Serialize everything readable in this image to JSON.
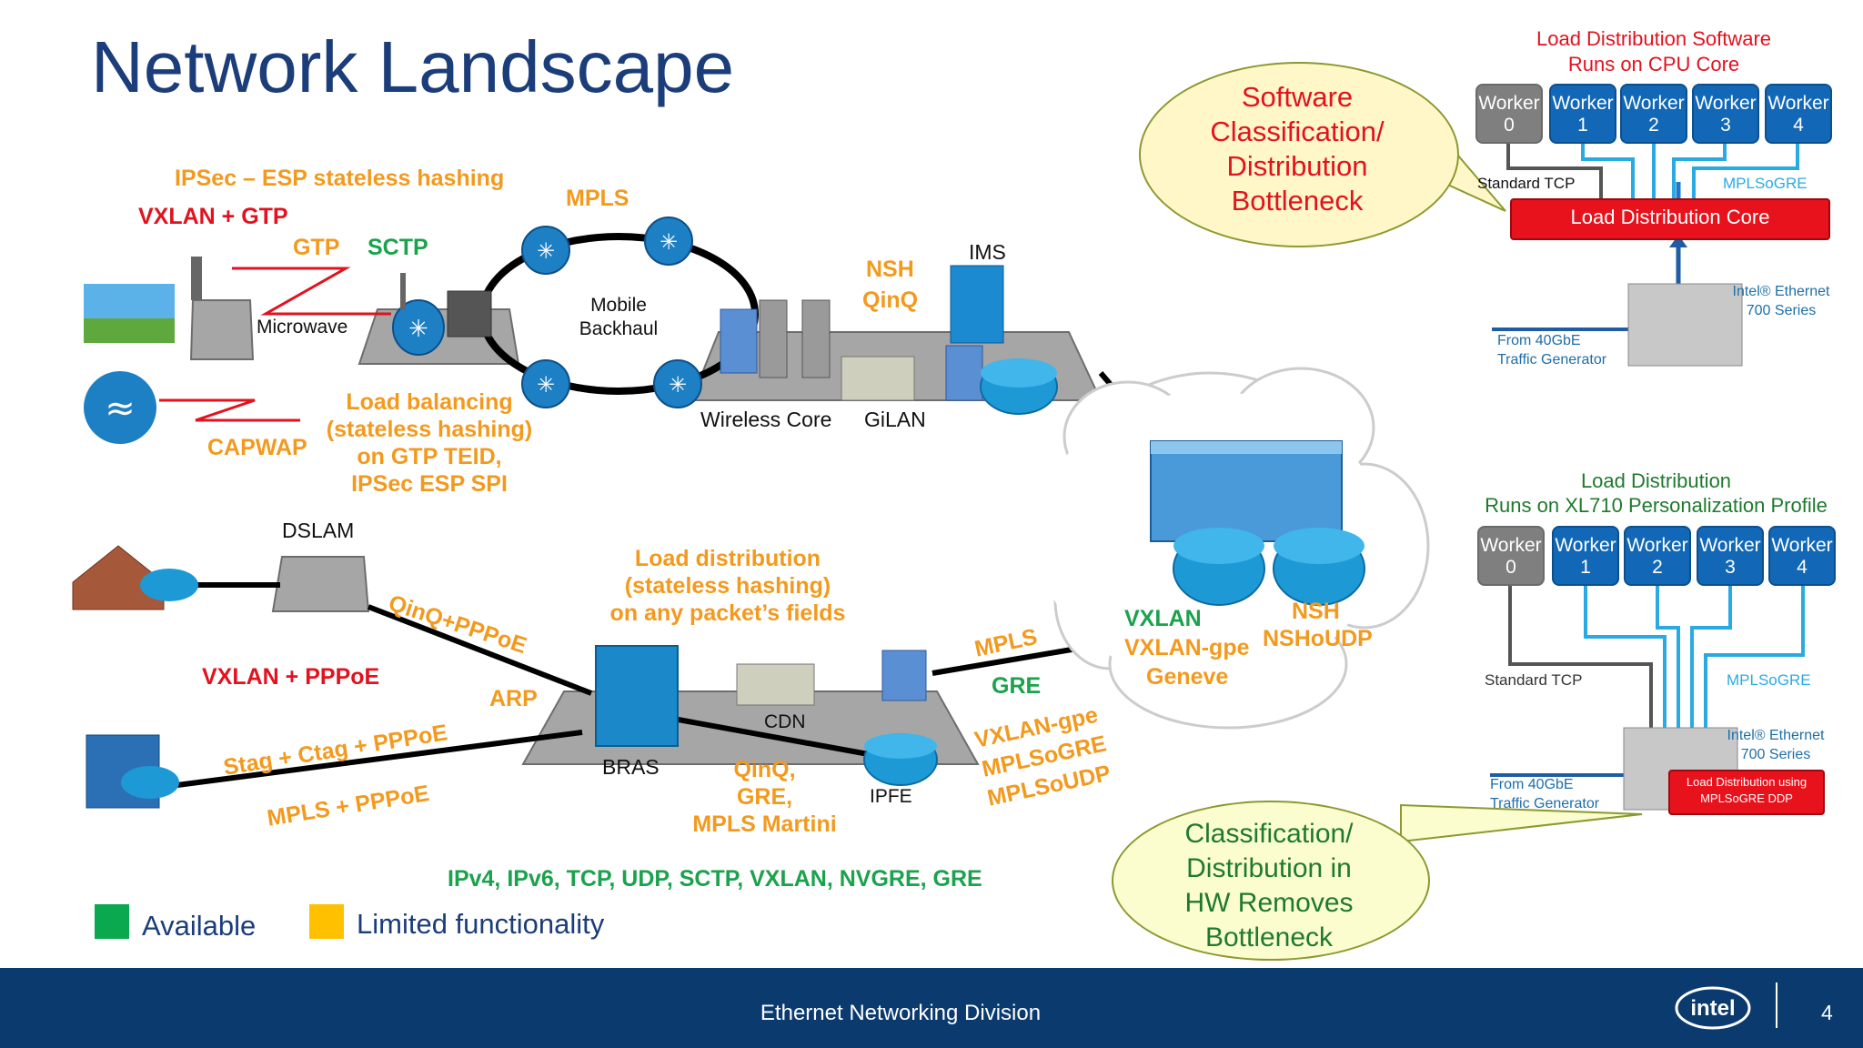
{
  "title": "Network Landscape",
  "footer": {
    "division": "Ethernet Networking Division",
    "page": "4"
  },
  "labels": {
    "ipsec": "IPSec – ESP stateless hashing",
    "vxlan_gtp": "VXLAN + GTP",
    "gtp": "GTP",
    "sctp": "SCTP",
    "mpls_top": "MPLS",
    "microwave": "Microwave",
    "mobile_backhaul_1": "Mobile",
    "mobile_backhaul_2": "Backhaul",
    "nsh": "NSH",
    "qinq": "QinQ",
    "ims": "IMS",
    "load_balancing": [
      "Load balancing",
      "(stateless hashing)",
      "on GTP TEID,",
      "IPSec ESP SPI"
    ],
    "capwap": "CAPWAP",
    "wireless_core": "Wireless Core",
    "gilan": "GiLAN",
    "dslam": "DSLAM",
    "qinq_pppoe": "QinQ+PPPoE",
    "load_distribution": [
      "Load distribution",
      "(stateless hashing)",
      "on any packet’s fields"
    ],
    "vxlan_pppoe": "VXLAN + PPPoE",
    "arp": "ARP",
    "stag": "Stag + Ctag + PPPoE",
    "mpls_pppoe": "MPLS + PPPoE",
    "bras": "BRAS",
    "cdn": "CDN",
    "qinq_gre": [
      "QinQ,",
      "GRE,",
      "MPLS Martini"
    ],
    "ipfe": "IPFE",
    "mpls_right": "MPLS",
    "gre": "GRE",
    "vxlan_gpe_list": [
      "VXLAN-gpe",
      "MPLSoGRE",
      "MPLSoUDP"
    ],
    "cloud_vxlan": "VXLAN",
    "cloud_vxlan_gpe": "VXLAN-gpe",
    "cloud_geneve": "Geneve",
    "cloud_nsh": "NSH",
    "cloud_nshoudp": "NSHoUDP",
    "protocols": "IPv4, IPv6, TCP, UDP, SCTP, VXLAN, NVGRE, GRE"
  },
  "legend": [
    {
      "label": "Available",
      "color": "#0aa84f"
    },
    {
      "label": "Limited functionality",
      "color": "#ffc000"
    }
  ],
  "panel_top": {
    "title": [
      "Load Distribution Software",
      "Runs on CPU Core"
    ],
    "workers": [
      {
        "name": "Worker",
        "num": "0"
      },
      {
        "name": "Worker",
        "num": "1"
      },
      {
        "name": "Worker",
        "num": "2"
      },
      {
        "name": "Worker",
        "num": "3"
      },
      {
        "name": "Worker",
        "num": "4"
      }
    ],
    "standard_tcp": "Standard TCP",
    "mplsogre": "MPLSoGRE",
    "core": "Load Distribution Core",
    "nic": [
      "Intel® Ethernet",
      "700 Series"
    ],
    "from": [
      "From 40GbE",
      "Traffic Generator"
    ]
  },
  "panel_bottom": {
    "title": [
      "Load Distribution",
      "Runs on XL710 Personalization Profile"
    ],
    "workers": [
      {
        "name": "Worker",
        "num": "0"
      },
      {
        "name": "Worker",
        "num": "1"
      },
      {
        "name": "Worker",
        "num": "2"
      },
      {
        "name": "Worker",
        "num": "3"
      },
      {
        "name": "Worker",
        "num": "4"
      }
    ],
    "standard_tcp": "Standard TCP",
    "mplsogre": "MPLSoGRE",
    "nic": [
      "Intel® Ethernet",
      "700 Series"
    ],
    "from": [
      "From 40GbE",
      "Traffic Generator"
    ],
    "ddp": [
      "Load Distribution using",
      "MPLSoGRE DDP"
    ]
  },
  "bubble_top": [
    "Software",
    "Classification/",
    "Distribution",
    "Bottleneck"
  ],
  "bubble_bottom": [
    "Classification/",
    "Distribution in",
    "HW Removes",
    "Bottleneck"
  ],
  "intel_logo_text": "intel"
}
